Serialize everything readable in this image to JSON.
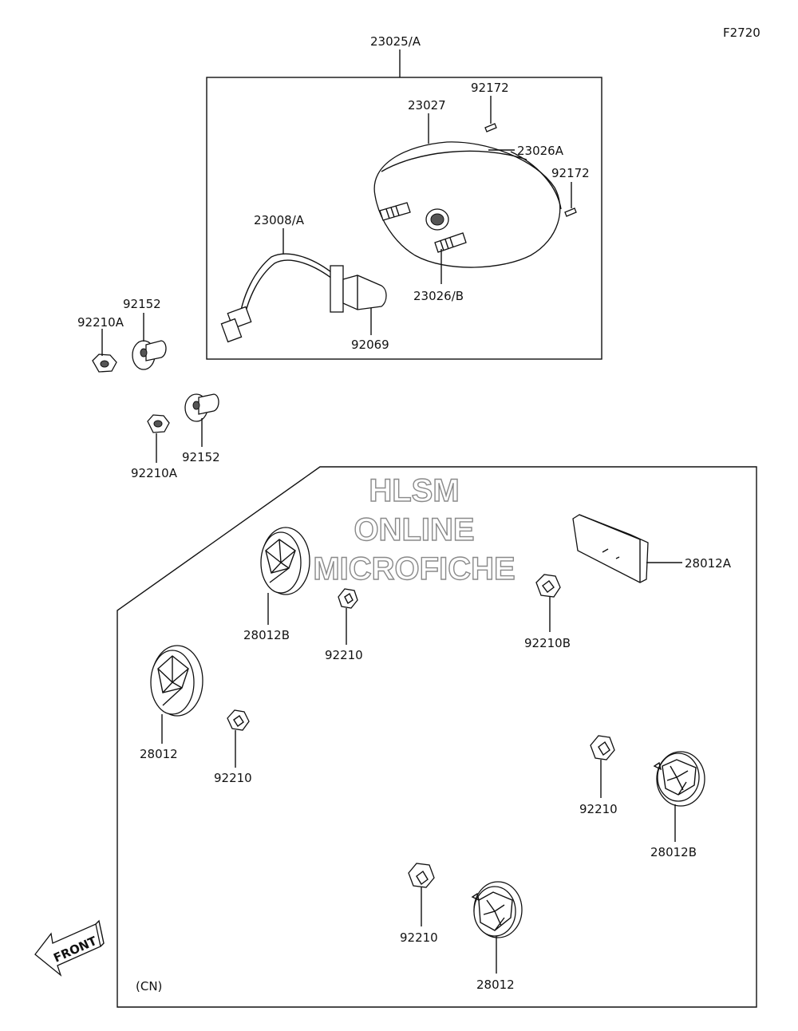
{
  "figure_code": "F2720",
  "region_note": "(CN)",
  "front_label": "FRONT",
  "watermark": {
    "line1": "HLSM",
    "line2": "ONLINE",
    "line3": "MICROFICHE"
  },
  "labels": {
    "l_23025A": "23025/A",
    "l_92172_top": "92172",
    "l_23027": "23027",
    "l_23026A": "23026A",
    "l_92172_right": "92172",
    "l_23008A": "23008/A",
    "l_23026B": "23026/B",
    "l_92069": "92069",
    "l_92152_upper": "92152",
    "l_92210A_upper": "92210A",
    "l_92152_lower": "92152",
    "l_92210A_lower": "92210A",
    "l_28012A": "28012A",
    "l_28012B_upper": "28012B",
    "l_92210_center": "92210",
    "l_92210B": "92210B",
    "l_28012_left": "28012",
    "l_92210_left": "92210",
    "l_92210_right": "92210",
    "l_28012B_lower": "28012B",
    "l_92210_bottom": "92210",
    "l_28012_bottom": "28012"
  }
}
